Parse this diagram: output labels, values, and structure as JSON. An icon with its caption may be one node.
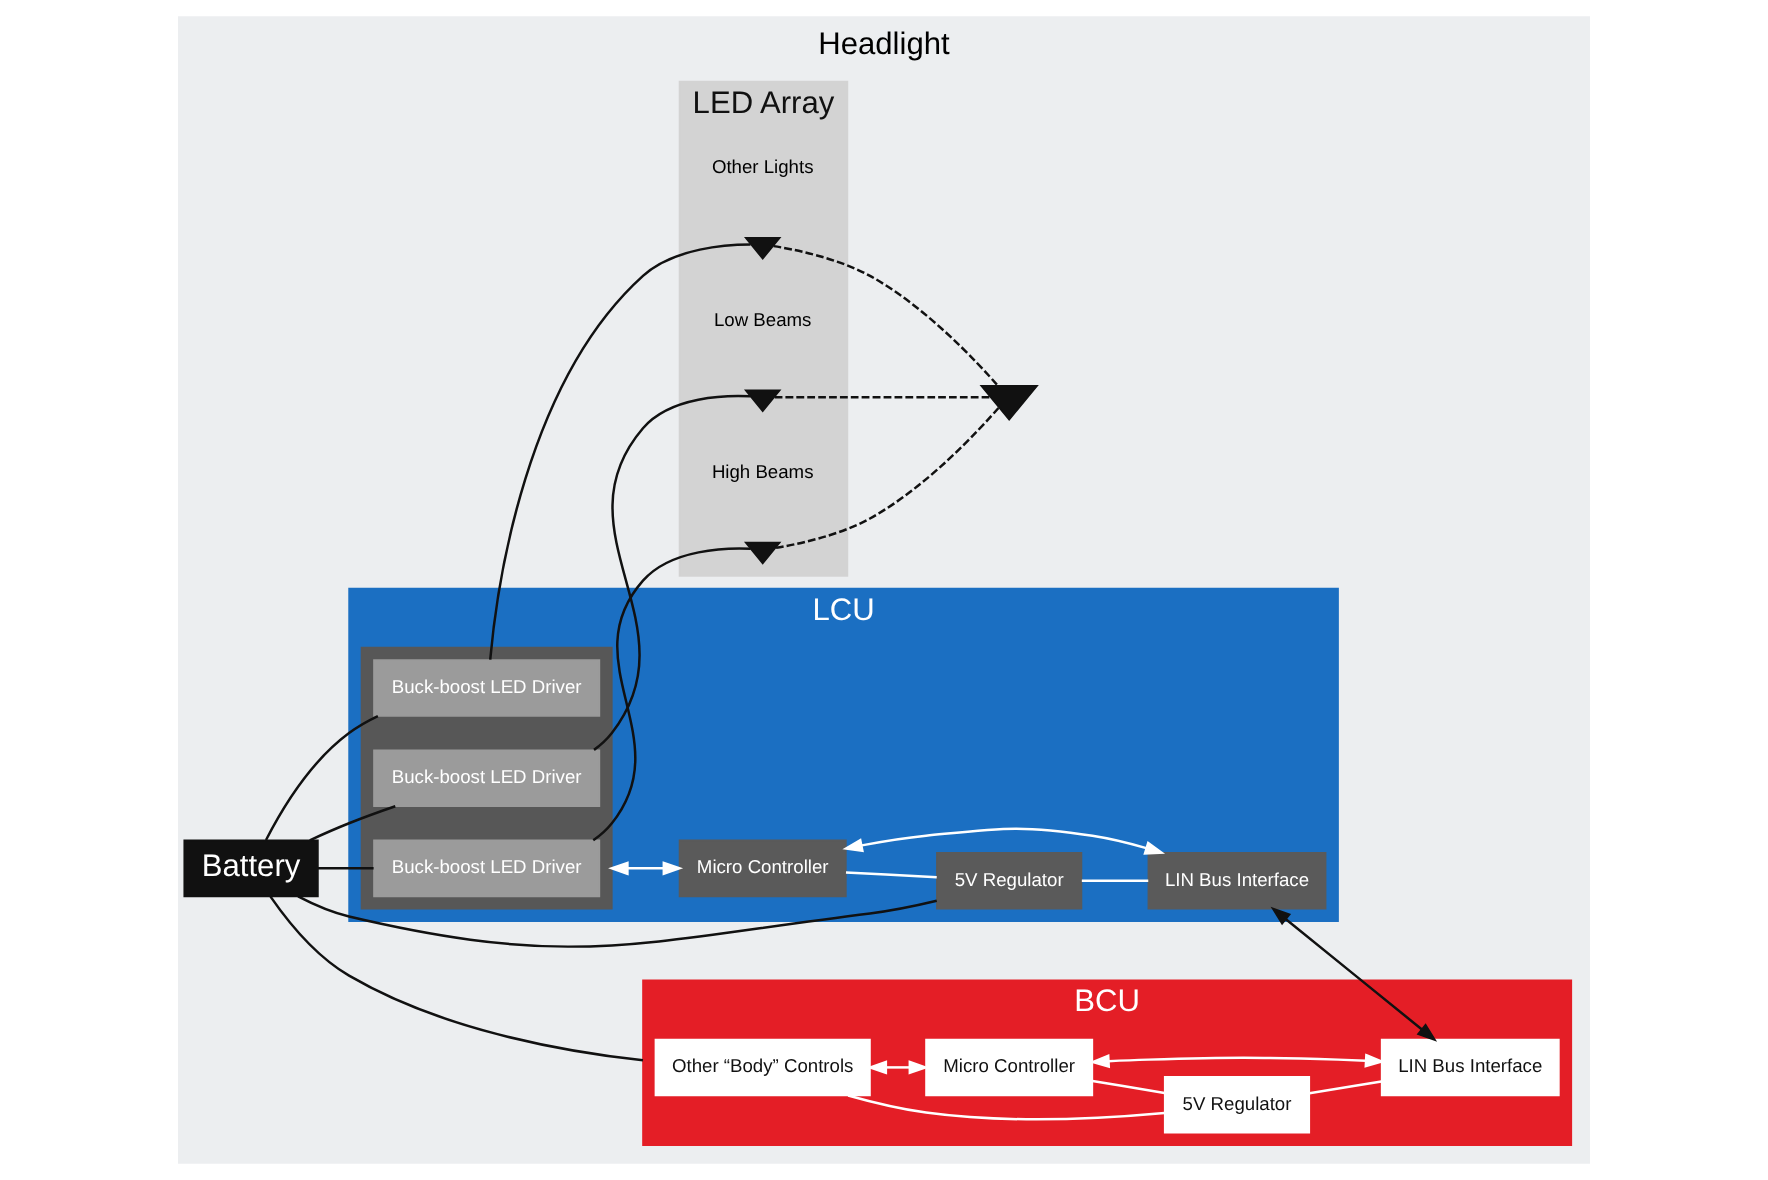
{
  "diagram": {
    "title": "Headlight",
    "nodes": [
      {
        "text": [
          "Battery"
        ]
      },
      {
        "text": [
          "BCU"
        ]
      },
      {
        "text": [
          "Other “Body” Controls"
        ],
        "in": 1
      },
      {
        "text": [
          "5V Regulator"
        ],
        "in": 1
      },
      {
        "text": [
          "Micro Controller"
        ],
        "in": 1
      },
      {
        "text": [
          "LIN Bus Interface"
        ],
        "in": 1
      },
      {
        "text": [
          "LCU"
        ]
      },
      {
        "text": [],
        "shape": "box",
        "in": 6
      },
      {
        "text": [
          "Buck-boost LED Driver"
        ],
        "in": 7
      },
      {
        "text": [
          "Buck-boost LED Driver"
        ],
        "in": 7
      },
      {
        "text": [
          "Buck-boost LED Driver"
        ],
        "in": 7
      },
      {
        "text": [
          "5V Regulator"
        ],
        "in": 6
      },
      {
        "text": [
          "LIN Bus Interface"
        ],
        "in": 6
      },
      {
        "text": [
          "Micro Controller"
        ],
        "in": 6
      },
      {
        "text": [
          "LED Array"
        ]
      },
      {
        "text": [],
        "shape": "diode",
        "in": 14,
        "beside": [
          "Other Lights"
        ]
      },
      {
        "text": [],
        "shape": "diode",
        "in": 14,
        "beside": [
          "Low Beams"
        ]
      },
      {
        "text": [],
        "shape": "diode",
        "in": 14,
        "beside": [
          "High Beams"
        ]
      },
      {
        "text": [],
        "shape": "triangle"
      }
    ],
    "edges": [
      {
        "from": 0,
        "to": 1,
        "arrow": "none"
      },
      {
        "from": 0,
        "to": 8,
        "arrow": "none"
      },
      {
        "from": 0,
        "to": 9,
        "arrow": "none"
      },
      {
        "from": 0,
        "to": 10,
        "arrow": "none"
      },
      {
        "from": 0,
        "to": 11,
        "arrow": "none"
      },
      {
        "from": 2,
        "to": 4,
        "arrow": "both",
        "color": "#ffffff"
      },
      {
        "from": 2,
        "to": 3,
        "arrow": "none",
        "color": "#ffffff"
      },
      {
        "from": 3,
        "to": 5,
        "arrow": "none",
        "color": "#ffffff"
      },
      {
        "from": 4,
        "to": 3,
        "arrow": "none",
        "color": "#ffffff"
      },
      {
        "from": 4,
        "to": 5,
        "arrow": "both",
        "color": "#ffffff"
      },
      {
        "from": 12,
        "to": 5,
        "arrow": "both"
      },
      {
        "from": 7,
        "to": 13,
        "arrow": "both",
        "color": "#ffffff"
      },
      {
        "from": 11,
        "to": 12,
        "arrow": "none",
        "color": "#ffffff"
      },
      {
        "from": 13,
        "to": 11,
        "arrow": "none",
        "color": "#ffffff"
      },
      {
        "from": 12,
        "to": 13,
        "arrow": "both",
        "color": "#ffffff"
      },
      {
        "from": 8,
        "to": 17,
        "arrow": "none"
      },
      {
        "from": 9,
        "to": 16,
        "arrow": "none"
      },
      {
        "from": 10,
        "to": 15,
        "arrow": "none"
      },
      {
        "from": 15,
        "to": 18,
        "arrow": "none",
        "style": "dashed"
      },
      {
        "from": 16,
        "to": 18,
        "arrow": "none",
        "style": "dashed"
      },
      {
        "from": 17,
        "to": 18,
        "arrow": "none",
        "style": "dashed"
      }
    ]
  }
}
